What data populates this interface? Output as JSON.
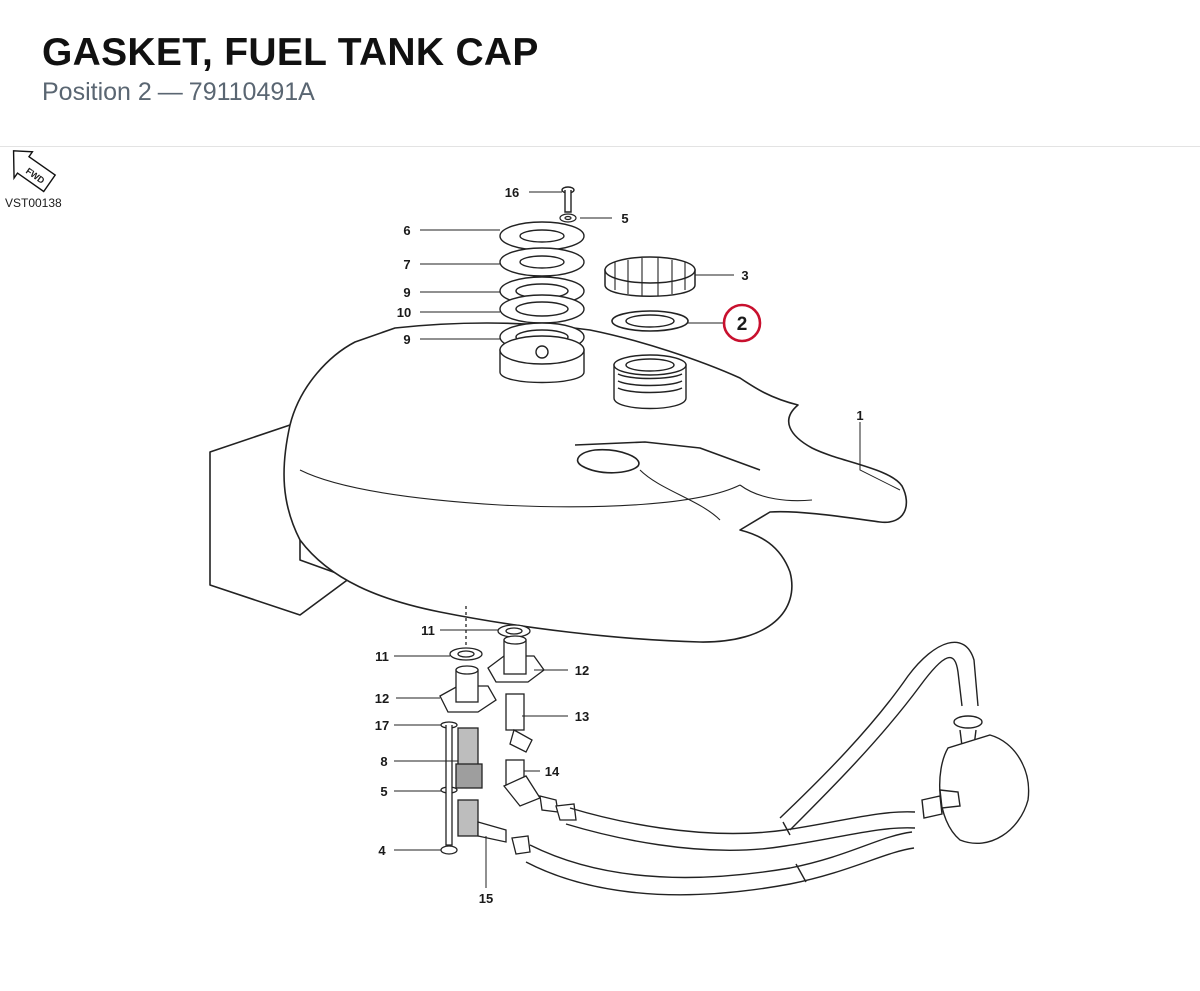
{
  "header": {
    "title": "GASKET, FUEL TANK CAP",
    "subtitle_position": "Position 2",
    "subtitle_separator": "—",
    "subtitle_part_number": "79110491A"
  },
  "diagram": {
    "fwd_label": "FWD",
    "reference_code": "VST00138",
    "highlight_color": "#c8102e",
    "highlighted_callout": "2",
    "callouts": {
      "c16": "16",
      "c5a": "5",
      "c6": "6",
      "c7": "7",
      "c3": "3",
      "c9a": "9",
      "c10": "10",
      "c9b": "9",
      "c2": "2",
      "c1": "1",
      "c11a": "11",
      "c11b": "11",
      "c12a": "12",
      "c12b": "12",
      "c13": "13",
      "c17": "17",
      "c8": "8",
      "c14": "14",
      "c5b": "5",
      "c4": "4",
      "c15": "15"
    }
  }
}
